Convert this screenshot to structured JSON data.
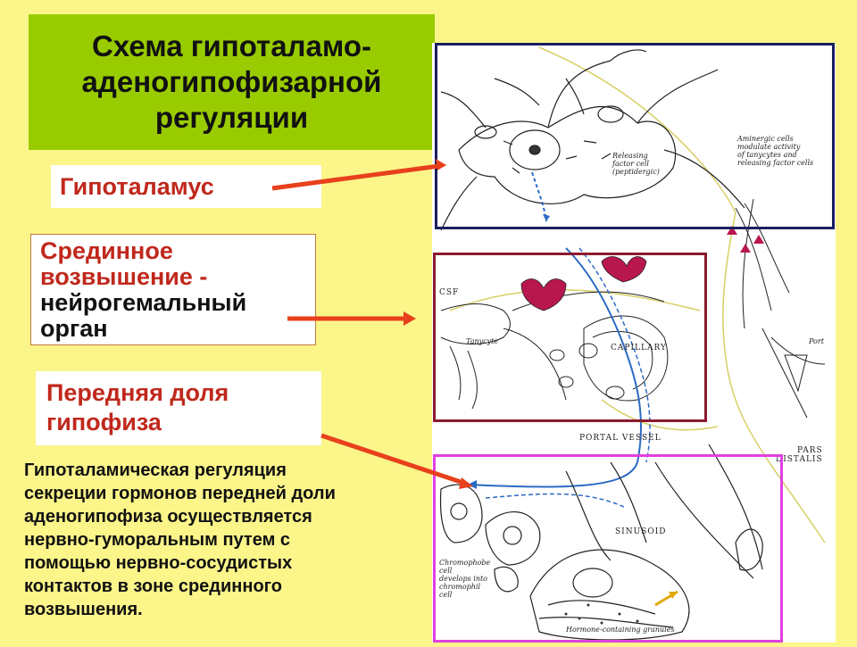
{
  "title": "Схема  гипоталамо-\nаденогипофизарной\nрегуляции",
  "labels": {
    "hypothalamus": "Гипоталамус",
    "median_eminence_1": "Срединное\nвозвышение -",
    "median_eminence_2": "нейрогемальный\nорган",
    "anterior_pituitary": "Передняя доля\nгипофиза"
  },
  "description": "Гипоталамическая регуляция\nсекреции гормонов передней доли\nаденогипофиза осуществляется\nнервно-гуморальным путем с\nпомощью нервно-сосудистых\nконтактов в зоне срединного\nвозвышения.",
  "figure_labels": {
    "releasing": "Releasing\nfactor cell\n(peptidergic)",
    "aminergic": "Aminergic cells\nmodulate activity\nof tanycytes and\nreleasing factor cells",
    "csf": "CSF",
    "tanycyte": "Tanycyte",
    "capillary": "CAPILLARY",
    "portal_vessel": "PORTAL VESSEL",
    "pars_distalis": "PARS\nDISTALIS",
    "sinusoid": "SINUSOID",
    "chromophobe": "Chromophobe\ncell\ndevelops into\nchromophil\ncell",
    "granules": "Hormone-containing granules",
    "portal_right": "Port"
  },
  "colors": {
    "background": "#fbf58a",
    "title_bg": "#99cc00",
    "accent_red": "#c0281c",
    "arrow_red": "#e8401c",
    "frame_navy": "#1a1f5e",
    "frame_maroon": "#8b1a2e",
    "frame_magenta": "#e040e0"
  }
}
